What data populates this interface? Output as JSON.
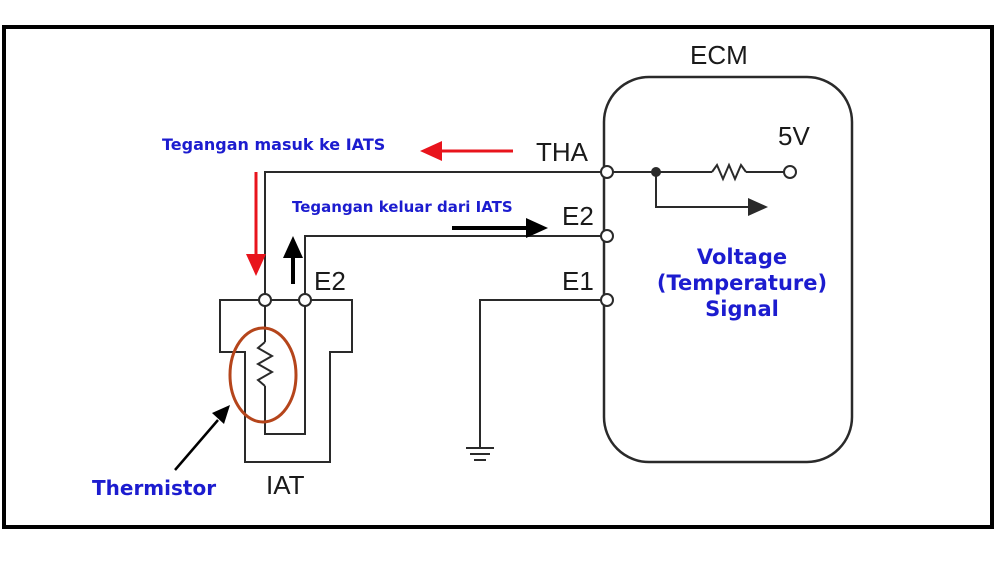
{
  "diagram": {
    "ecm_title": "ECM",
    "supply_label": "5V",
    "terminals": {
      "tha": "THA",
      "e2": "E2",
      "e1": "E1",
      "sensor_e2": "E2",
      "sensor_name": "IAT"
    },
    "signal_label": [
      "Voltage",
      "(Temperature)",
      "Signal"
    ],
    "annotations": {
      "voltage_in": "Tegangan masuk ke IATS",
      "voltage_out": "Tegangan keluar dari IATS",
      "thermistor": "Thermistor"
    },
    "colors": {
      "wire": "#2a2a2a",
      "border": "#000000",
      "arrow_in": "#e8141c",
      "annotation_text": "#1c1ccf",
      "thermistor_circle": "#b5451b"
    }
  }
}
